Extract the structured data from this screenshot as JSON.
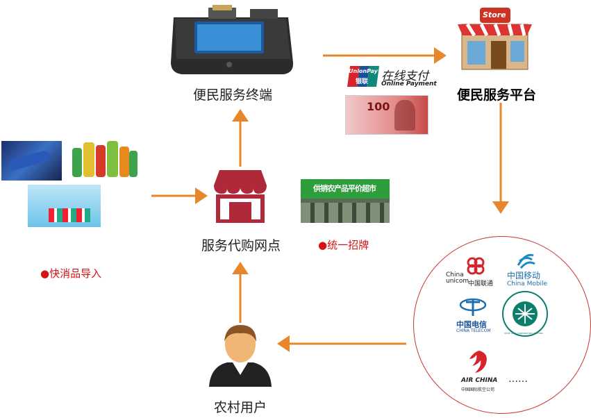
{
  "nodes": {
    "terminal": "便民服务终端",
    "platform": "便民服务平台",
    "outlet": "服务代购网点",
    "user": "农村用户"
  },
  "notes": {
    "fmcg": "●快消品导入",
    "signage": "●统一招牌"
  },
  "payment": {
    "unionpay_brand": "UnionPay",
    "unionpay_cn": "银联",
    "online_cn": "在线支付",
    "online_en": "Online Payment",
    "banknote_value": "100"
  },
  "store_sign": "Store",
  "supermarket_sign": "供销农产品平价超市",
  "partners": {
    "unicom_en": "China unicom",
    "unicom_cn": "中国联通",
    "mobile_cn": "中国移动",
    "mobile_en": "China Mobile",
    "telecom_cn": "中国电信",
    "telecom_en": "CHINA TELECOM",
    "grid_en": "STATE GRID CORPORATION OF CHINA",
    "air_en": "AIR CHINA",
    "air_cn": "中国国际航空公司",
    "more": "……"
  },
  "colors": {
    "arrow": "#e8862a",
    "store_icon": "#b0293b",
    "circle": "#cc3333"
  }
}
